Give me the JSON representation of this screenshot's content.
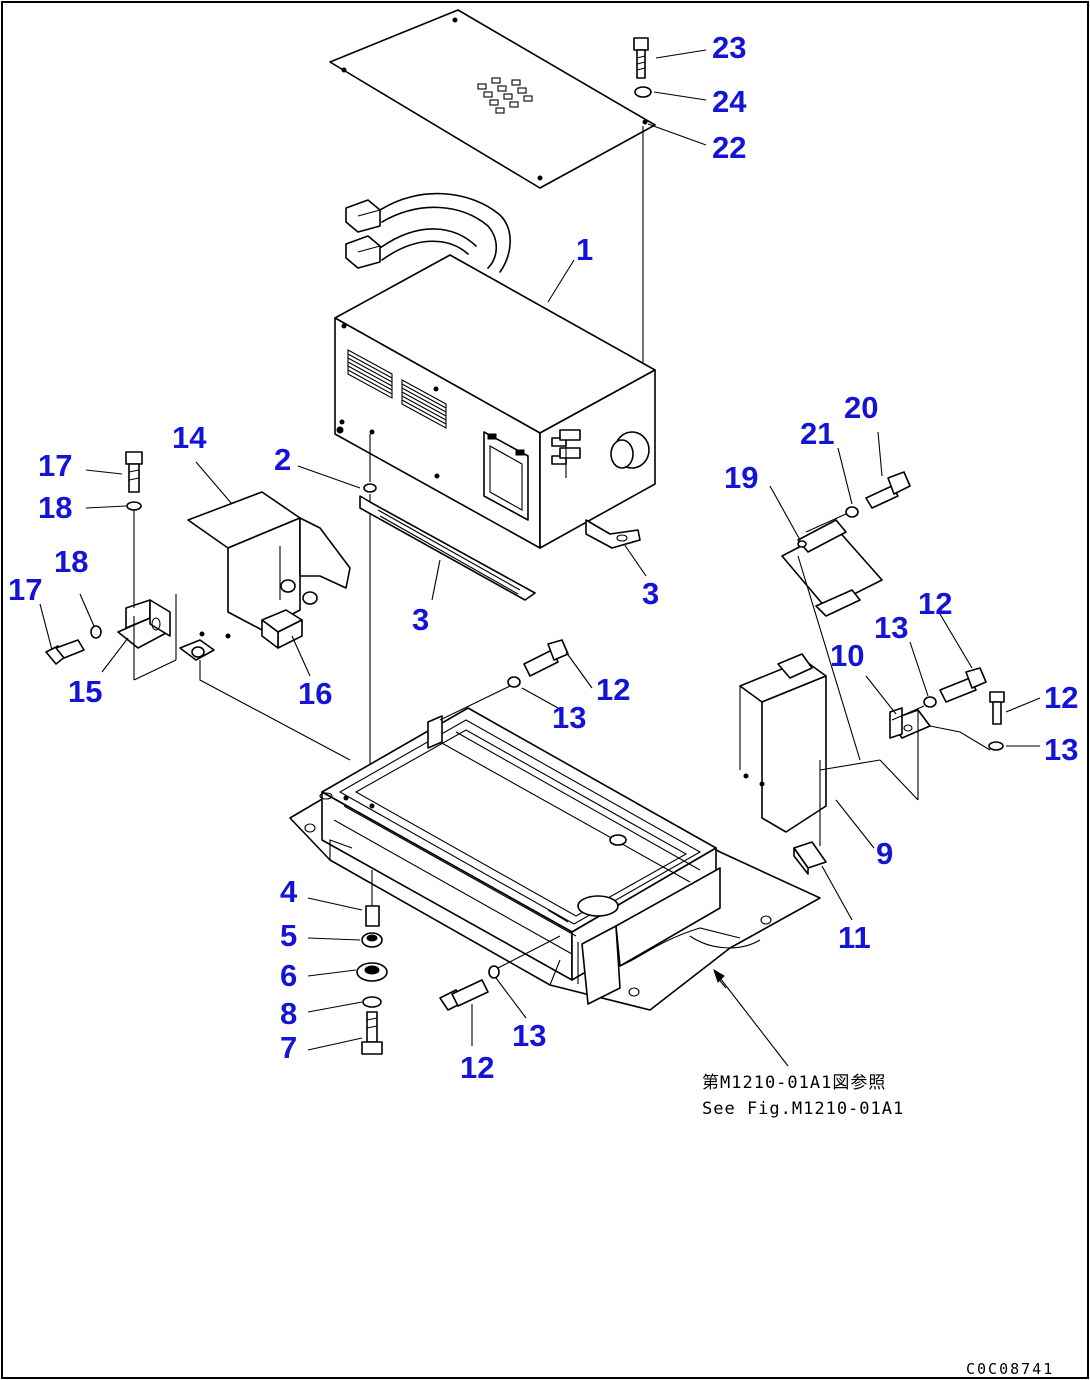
{
  "diagram": {
    "callouts": [
      {
        "id": "c23",
        "text": "23"
      },
      {
        "id": "c24",
        "text": "24"
      },
      {
        "id": "c22",
        "text": "22"
      },
      {
        "id": "c1",
        "text": "1"
      },
      {
        "id": "c20",
        "text": "20"
      },
      {
        "id": "c21",
        "text": "21"
      },
      {
        "id": "c19",
        "text": "19"
      },
      {
        "id": "c14",
        "text": "14"
      },
      {
        "id": "c2",
        "text": "2"
      },
      {
        "id": "c17a",
        "text": "17"
      },
      {
        "id": "c18a",
        "text": "18"
      },
      {
        "id": "c18b",
        "text": "18"
      },
      {
        "id": "c17b",
        "text": "17"
      },
      {
        "id": "c15",
        "text": "15"
      },
      {
        "id": "c16",
        "text": "16"
      },
      {
        "id": "c3a",
        "text": "3"
      },
      {
        "id": "c3b",
        "text": "3"
      },
      {
        "id": "c12a",
        "text": "12"
      },
      {
        "id": "c13a",
        "text": "13"
      },
      {
        "id": "c12b",
        "text": "12"
      },
      {
        "id": "c13b",
        "text": "13"
      },
      {
        "id": "c10",
        "text": "10"
      },
      {
        "id": "c12c",
        "text": "12"
      },
      {
        "id": "c13c",
        "text": "13"
      },
      {
        "id": "c9",
        "text": "9"
      },
      {
        "id": "c11",
        "text": "11"
      },
      {
        "id": "c4",
        "text": "4"
      },
      {
        "id": "c5",
        "text": "5"
      },
      {
        "id": "c6",
        "text": "6"
      },
      {
        "id": "c8",
        "text": "8"
      },
      {
        "id": "c7",
        "text": "7"
      },
      {
        "id": "c12d",
        "text": "12"
      },
      {
        "id": "c13d",
        "text": "13"
      }
    ],
    "note_line_1": "第M1210-01A1図参照",
    "note_line_2": "See Fig.M1210-01A1",
    "drawing_code": "C0C08741"
  },
  "colors": {
    "callout": "#1414d6",
    "line": "#000000",
    "background": "#ffffff"
  }
}
